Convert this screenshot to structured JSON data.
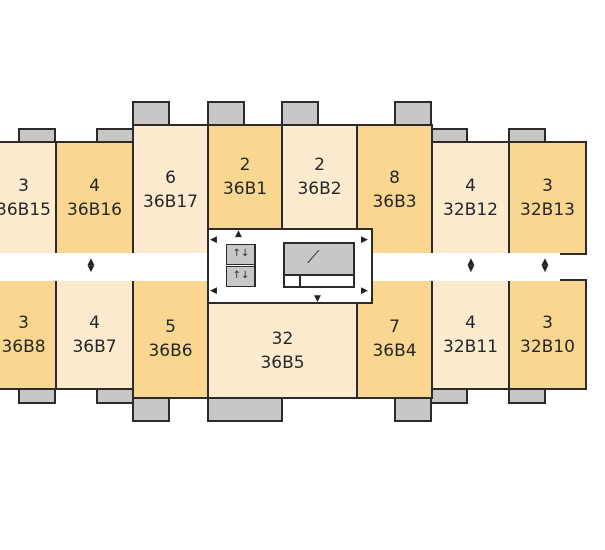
{
  "units": [
    {
      "id": "u-3-36B15",
      "type": "3",
      "code": "36B15",
      "tone": "light"
    },
    {
      "id": "u-4-36B16",
      "type": "4",
      "code": "36B16",
      "tone": "dark"
    },
    {
      "id": "u-6-36B17",
      "type": "6",
      "code": "36B17",
      "tone": "light"
    },
    {
      "id": "u-2-36B1",
      "type": "2",
      "code": "36B1",
      "tone": "dark"
    },
    {
      "id": "u-2-36B2",
      "type": "2",
      "code": "36B2",
      "tone": "light"
    },
    {
      "id": "u-8-36B3",
      "type": "8",
      "code": "36B3",
      "tone": "dark"
    },
    {
      "id": "u-4-32B12",
      "type": "4",
      "code": "32B12",
      "tone": "light"
    },
    {
      "id": "u-3-32B13",
      "type": "3",
      "code": "32B13",
      "tone": "dark"
    },
    {
      "id": "u-3-36B8",
      "type": "3",
      "code": "36B8",
      "tone": "dark"
    },
    {
      "id": "u-4-36B7",
      "type": "4",
      "code": "36B7",
      "tone": "light"
    },
    {
      "id": "u-5-36B6",
      "type": "5",
      "code": "36B6",
      "tone": "dark"
    },
    {
      "id": "u-32-36B5",
      "type": "32",
      "code": "36B5",
      "tone": "light"
    },
    {
      "id": "u-7-36B4",
      "type": "7",
      "code": "36B4",
      "tone": "dark"
    },
    {
      "id": "u-4-32B11",
      "type": "4",
      "code": "32B11",
      "tone": "light"
    },
    {
      "id": "u-3-32B10",
      "type": "3",
      "code": "32B10",
      "tone": "dark"
    }
  ],
  "core": {
    "elevator_symbol": "↑↓",
    "stair_symbol": "⟋",
    "arrow_left": "◀",
    "arrow_right": "▶",
    "arrow_up": "▲",
    "arrow_down": "▼"
  },
  "colors": {
    "light_unit": "#fdebcf",
    "dark_unit": "#fad791",
    "balcony": "#c8c7c6",
    "outline": "#2b2b2b"
  }
}
